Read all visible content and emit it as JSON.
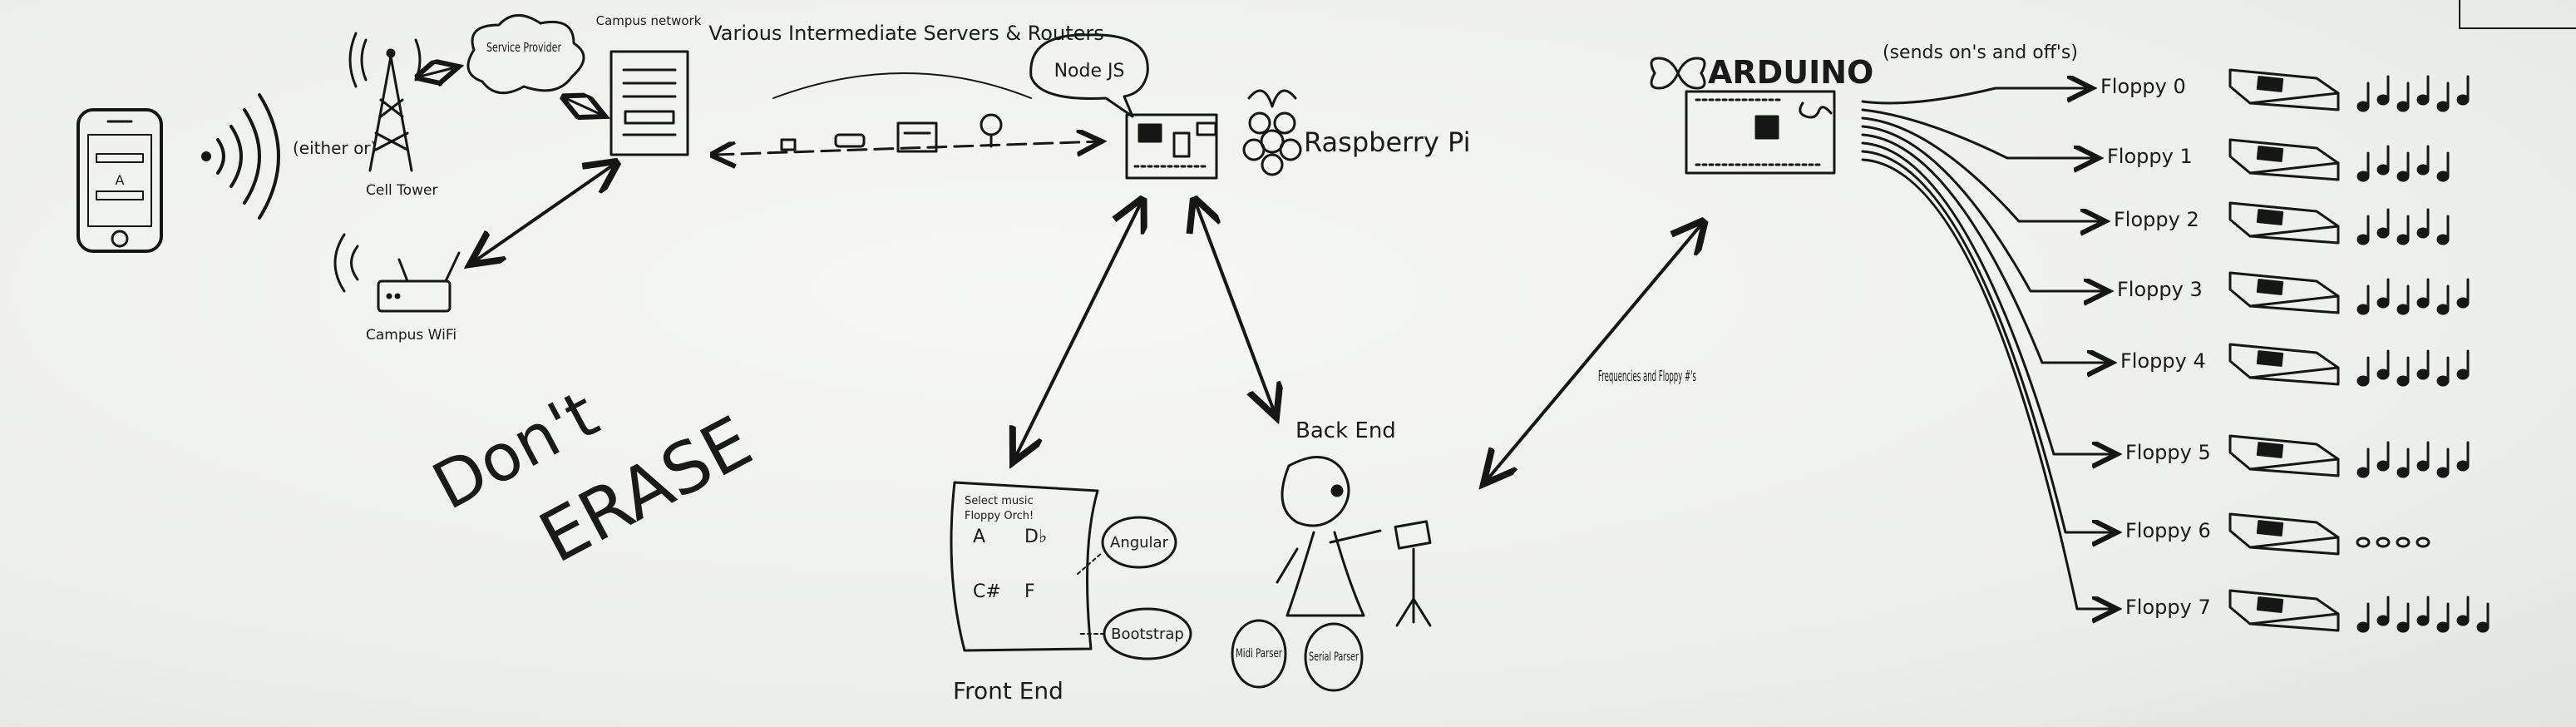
{
  "labels": {
    "campus_network": "Campus network",
    "service_provider": "Service Provider",
    "cell_tower": "Cell Tower",
    "campus_wifi": "Campus WiFi",
    "either_or": "(either or)",
    "intermediate": "Various Intermediate Servers & Routers",
    "nodejs": "Node JS",
    "raspberry_pi": "Raspberry Pi",
    "arduino": "ARDUINO",
    "sends": "(sends on's and off's)",
    "frequencies": "Frequencies and Floppy #'s",
    "back_end": "Back End",
    "front_end": "Front End",
    "angular": "Angular",
    "bootstrap": "Bootstrap",
    "midi_parser": "Midi Parser",
    "serial_parser": "Serial Parser",
    "dont": "Don't",
    "erase": "ERASE"
  },
  "floppies": [
    {
      "label": "Floppy 0"
    },
    {
      "label": "Floppy 1"
    },
    {
      "label": "Floppy 2"
    },
    {
      "label": "Floppy 3"
    },
    {
      "label": "Floppy 4"
    },
    {
      "label": "Floppy 5"
    },
    {
      "label": "Floppy 6"
    },
    {
      "label": "Floppy 7"
    }
  ],
  "front_end_page": {
    "header": "Select music",
    "title": "Floppy Orch!",
    "notes": [
      "A",
      "D♭",
      "C#",
      "F"
    ]
  }
}
